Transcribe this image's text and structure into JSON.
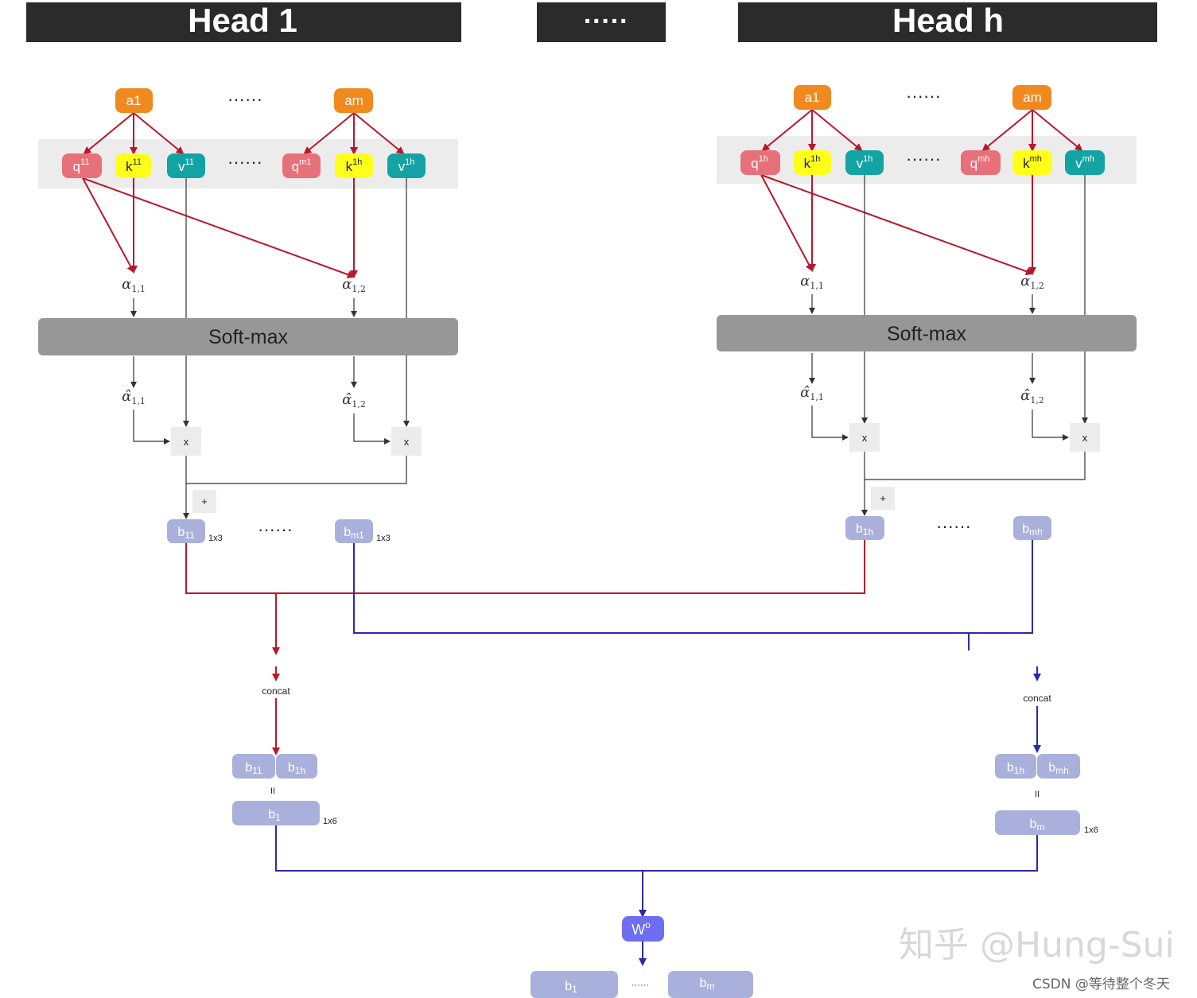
{
  "headers": {
    "left": "Head 1",
    "middle": "·····",
    "right": "Head h"
  },
  "head1": {
    "a_first": "a1",
    "a_last": "am",
    "dots": "······",
    "q1": {
      "base": "q",
      "sup": "11"
    },
    "k1": {
      "base": "k",
      "sup": "11"
    },
    "v1": {
      "base": "v",
      "sup": "11"
    },
    "q2": {
      "base": "q",
      "sup": "m1"
    },
    "k2": {
      "base": "k",
      "sup": "1h"
    },
    "v2": {
      "base": "v",
      "sup": "1h"
    },
    "alpha1": {
      "sym": "α",
      "sub": "1,1"
    },
    "alpha2": {
      "sym": "α",
      "sub": "1,2"
    },
    "softmax": "Soft-max",
    "alpha_hat1": {
      "sym": "α̂",
      "sub": "1,1"
    },
    "alpha_hat2": {
      "sym": "α̂",
      "sub": "1,2"
    },
    "mult": "x",
    "plus": "+",
    "b_first": {
      "base": "b",
      "sub": "11"
    },
    "b_last": {
      "base": "b",
      "sub": "m1"
    },
    "dim": "1x3"
  },
  "headh": {
    "a_first": "a1",
    "a_last": "am",
    "dots": "······",
    "q1": {
      "base": "q",
      "sup": "1h"
    },
    "k1": {
      "base": "k",
      "sup": "1h"
    },
    "v1": {
      "base": "v",
      "sup": "1h"
    },
    "q2": {
      "base": "q",
      "sup": "mh"
    },
    "k2": {
      "base": "k",
      "sup": "mh"
    },
    "v2": {
      "base": "v",
      "sup": "mh"
    },
    "alpha1": {
      "sym": "α",
      "sub": "1,1"
    },
    "alpha2": {
      "sym": "α",
      "sub": "1,2"
    },
    "softmax": "Soft-max",
    "alpha_hat1": {
      "sym": "α̂",
      "sub": "1,1"
    },
    "alpha_hat2": {
      "sym": "α̂",
      "sub": "1,2"
    },
    "mult": "x",
    "plus": "+",
    "b_first": {
      "base": "b",
      "sub": "1h"
    },
    "b_last": {
      "base": "b",
      "sub": "mh"
    }
  },
  "concat_left": {
    "label": "concat",
    "pair_left": {
      "base": "b",
      "sub": "11"
    },
    "pair_right": {
      "base": "b",
      "sub": "1h"
    },
    "equals": "II",
    "result": {
      "base": "b",
      "sub": "1"
    },
    "dim": "1x6"
  },
  "concat_right": {
    "label": "concat",
    "pair_left": {
      "base": "b",
      "sub": "1h"
    },
    "pair_right": {
      "base": "b",
      "sub": "mh"
    },
    "equals": "II",
    "result": {
      "base": "b",
      "sub": "m"
    },
    "dim": "1x6"
  },
  "output": {
    "wo": {
      "base": "W",
      "sup": "o"
    },
    "b_first": {
      "base": "b",
      "sub": "1"
    },
    "b_last": {
      "base": "b",
      "sub": "m"
    },
    "dots": "······"
  },
  "watermark": {
    "zhihu": "知乎 @Hung-Sui",
    "csdn": "CSDN @等待整个冬天"
  },
  "colors": {
    "header_bg": "#2b2b2b",
    "orange": "#f08a1e",
    "pink": "#e8707a",
    "yellow": "#ffff1a",
    "teal": "#14a3a3",
    "gray_band": "#ececec",
    "softmax": "#979797",
    "lavender": "#aab0dc",
    "red_line": "#b8182e",
    "blue_line": "#2a2aa8",
    "wo": "#6d6ef0"
  }
}
